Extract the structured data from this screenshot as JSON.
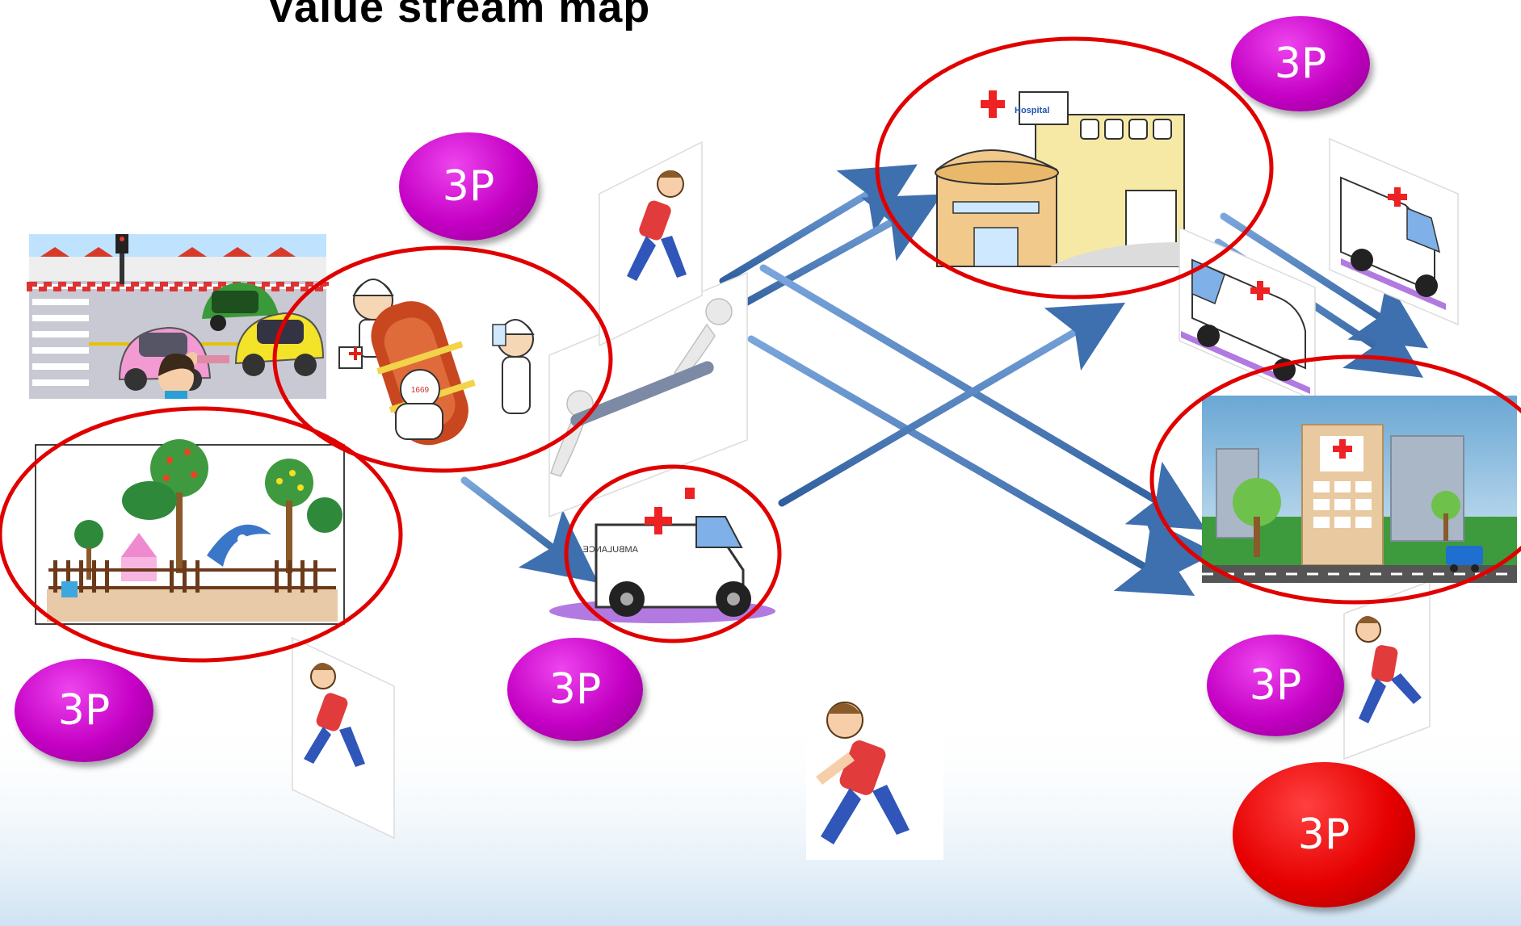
{
  "title": "Value stream map",
  "badges": {
    "b1": "3P",
    "b2": "3P",
    "b3": "3P",
    "b4": "3P",
    "b5": "3P",
    "b6": "3P"
  },
  "labels": {
    "hospital_sign": "Hospital",
    "ambulance_text": "AMBULANCE",
    "plate": "1669"
  },
  "colors": {
    "badge_purple": "#c400c4",
    "badge_red": "#e60000",
    "highlight_circle": "#e00000",
    "arrow": "#4f7fc0"
  }
}
